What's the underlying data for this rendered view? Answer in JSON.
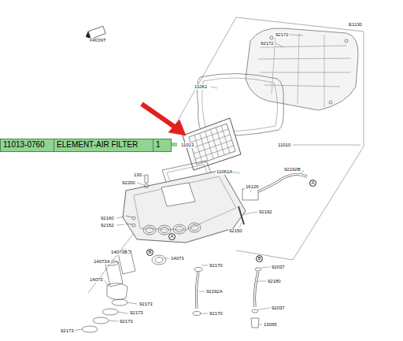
{
  "diagram": {
    "nodes": [
      {
        "text": [
          "11013-0760",
          "ELEMENT-AIR FILTER",
          "1"
        ]
      }
    ],
    "labels": [
      "FRONT",
      "E1130",
      "92172",
      "92172",
      "11061",
      "11013",
      "11010",
      "11061A",
      "92192B",
      "A",
      "16126",
      "92192",
      "92150",
      "130",
      "92200",
      "92160",
      "92152",
      "14073B",
      "14073A",
      "B",
      "14073",
      "14073",
      "92170",
      "92192A",
      "92170",
      "B",
      "92037",
      "92180",
      "92037",
      "13065",
      "92173",
      "92173",
      "92173",
      "92173",
      "A"
    ]
  }
}
